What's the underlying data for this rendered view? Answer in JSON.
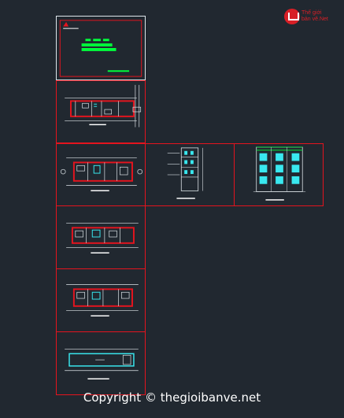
{
  "logo": {
    "line1": "Thế giới",
    "line2": "bản vẽ.Net"
  },
  "watermark": "Copyright © thegioibanve.net",
  "colors": {
    "background": "#212830",
    "frame": "#e5141e",
    "selected_frame": "#dfe6ea",
    "text_green": "#00ff3b",
    "cyan": "#39e8ef",
    "white": "#ffffff"
  },
  "sheets": [
    "cover",
    "ground-floor-plan",
    "first-floor-plan",
    "section",
    "facade",
    "second-floor-plan",
    "third-floor-plan",
    "roof-plan"
  ]
}
